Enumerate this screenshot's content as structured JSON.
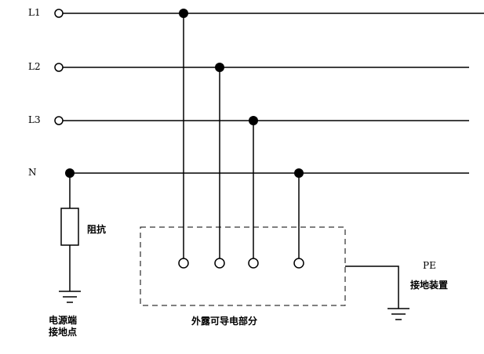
{
  "lines": {
    "l1": "L1",
    "l2": "L2",
    "l3": "L3",
    "n": "N"
  },
  "impedance_label": "阻抗",
  "source_ground": {
    "line1": "电源端",
    "line2": "接地点"
  },
  "exposed_parts_label": "外露可导电部分",
  "pe": {
    "label": "PE",
    "device_label": "接地装置"
  }
}
